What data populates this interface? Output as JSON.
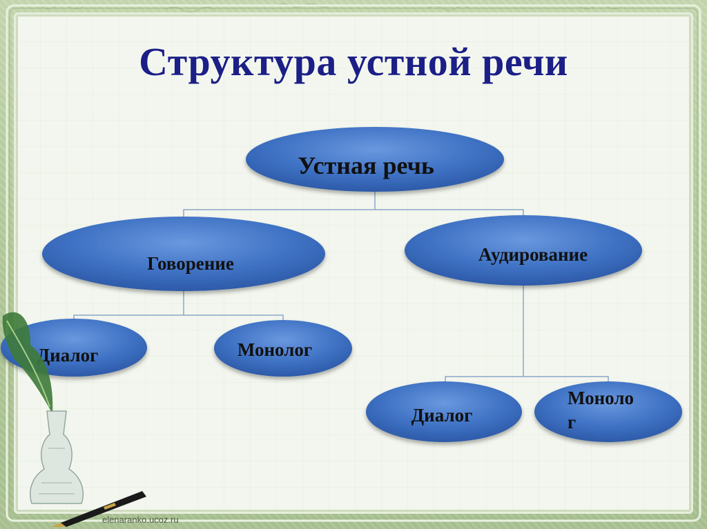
{
  "slide": {
    "title": "Структура устной речи",
    "watermark": "elenaranko.ucoz.ru"
  },
  "diagram": {
    "root": {
      "label": "Устная речь"
    },
    "branches": [
      {
        "label": "Говорение",
        "children": [
          {
            "label": "Диалог"
          },
          {
            "label": "Монолог"
          }
        ]
      },
      {
        "label": "Аудирование",
        "children": [
          {
            "label": "Диалог"
          },
          {
            "label": "Моноло г",
            "lines": [
              "Моноло",
              "г"
            ]
          }
        ]
      }
    ]
  },
  "colors": {
    "title": "#1b1f86",
    "node_fill": "#3f72c4",
    "node_fill_light": "#6a98df",
    "node_fill_dark": "#2d5aa8",
    "connector": "#8aa6c8"
  },
  "decor_icons": [
    "leaf-icon",
    "crystal-vase-icon",
    "fountain-pen-icon",
    "handwriting-pattern"
  ]
}
